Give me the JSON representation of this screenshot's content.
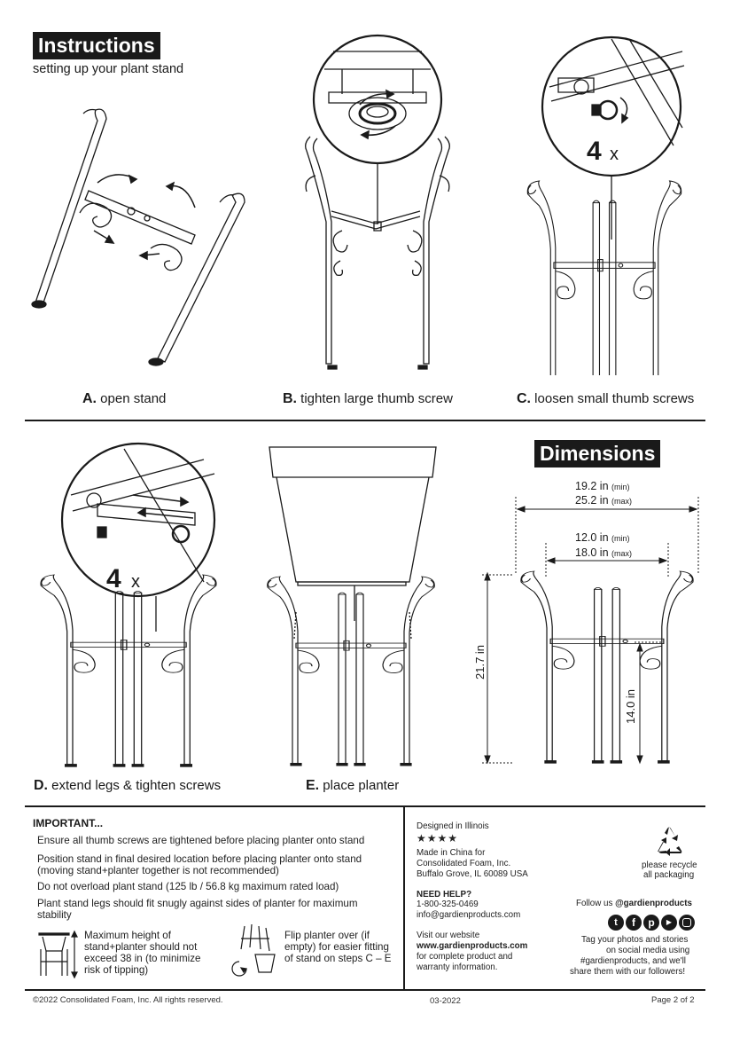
{
  "header": {
    "badge": "Instructions",
    "subtitle": "setting up your plant stand"
  },
  "steps": [
    {
      "letter": "A.",
      "text": "open stand"
    },
    {
      "letter": "B.",
      "text": "tighten large thumb screw"
    },
    {
      "letter": "C.",
      "text": "loosen small thumb screws"
    },
    {
      "letter": "D.",
      "text": "extend legs & tighten screws"
    },
    {
      "letter": "E.",
      "text": "place planter"
    }
  ],
  "callouts": {
    "c_count": "4",
    "d_count": "4",
    "times": "x"
  },
  "dimensions": {
    "badge": "Dimensions",
    "outer_min": "19.2 in",
    "outer_max": "25.2 in",
    "inner_min": "12.0 in",
    "inner_max": "18.0 in",
    "min_tag": "(min)",
    "max_tag": "(max)",
    "height": "21.7 in",
    "inner_height": "14.0 in"
  },
  "important": {
    "title": "IMPORTANT...",
    "items": [
      "Ensure all thumb screws are tightened before placing planter onto stand",
      "Position stand in final desired location before placing planter onto stand (moving stand+planter together is not recommended)",
      "Do not overload plant stand (125 lb / 56.8 kg maximum rated load)",
      "Plant stand legs should fit snugly against sides of planter for maximum stability"
    ],
    "tip1": "Maximum height of stand+planter should not exceed 38 in (to minimize risk of tipping)",
    "tip2": "Flip planter over (if empty) for easier fitting of stand on steps C – E"
  },
  "info": {
    "designed": "Designed in Illinois",
    "stars": "★★★★",
    "made": "Made in China for",
    "company": "Consolidated Foam, Inc.",
    "address": "Buffalo Grove, IL 60089 USA",
    "help_title": "NEED HELP?",
    "phone": "1-800-325-0469",
    "email": "info@gardienproducts.com",
    "visit": "Visit our website",
    "website": "www.gardienproducts.com",
    "for_info": "for complete product and",
    "warranty": "warranty information."
  },
  "social": {
    "recycle1": "please recycle",
    "recycle2": "all packaging",
    "follow": "Follow us",
    "handle": "@gardienproducts",
    "tag1": "Tag your photos and stories",
    "tag2": "on social media using",
    "tag3": "#gardienproducts, and we'll",
    "tag4": "share them with our followers!",
    "icons": [
      "twitter-icon",
      "facebook-icon",
      "pinterest-icon",
      "youtube-icon",
      "instagram-icon"
    ]
  },
  "footer": {
    "copyright": "©2022 Consolidated Foam, Inc. All rights reserved.",
    "date": "03-2022",
    "page": "Page 2 of 2"
  }
}
